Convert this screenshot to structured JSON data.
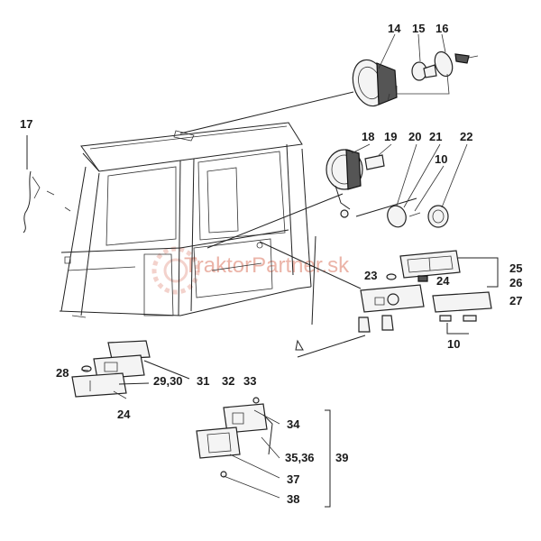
{
  "watermark": "TraktorPartner.sk",
  "callouts": {
    "c14": "14",
    "c15": "15",
    "c16": "16",
    "c17": "17",
    "c18": "18",
    "c19": "19",
    "c20": "20",
    "c21": "21",
    "c22": "22",
    "c10a": "10",
    "c10b": "10",
    "c23": "23",
    "c24a": "24",
    "c24b": "24",
    "c25": "25",
    "c26": "26",
    "c27": "27",
    "c28": "28",
    "c2930": "29,30",
    "c31": "31",
    "c32": "32",
    "c33": "33",
    "c34": "34",
    "c3536": "35,36",
    "c37": "37",
    "c38": "38",
    "c39": "39"
  }
}
